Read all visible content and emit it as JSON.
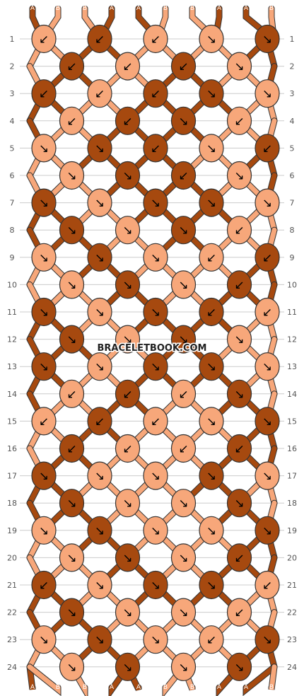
{
  "watermark": "BRACELETBOOK.COM",
  "colors": {
    "A": "#a6490f",
    "B": "#f7a77a",
    "line": "#333333",
    "grid": "#cccccc"
  },
  "strands_top": [
    "A",
    "B",
    "B",
    "A",
    "A",
    "B",
    "B",
    "A",
    "A",
    "B"
  ],
  "strands_bottom": [
    "A",
    "B",
    "B",
    "A",
    "A",
    "B",
    "B",
    "A",
    "A",
    "B"
  ],
  "row_labels": [
    "1",
    "2",
    "3",
    "4",
    "5",
    "6",
    "7",
    "8",
    "9",
    "10",
    "11",
    "12",
    "13",
    "14",
    "15",
    "16",
    "17",
    "18",
    "19",
    "20",
    "21",
    "22",
    "23",
    "24"
  ],
  "knots": [
    [
      {
        "c": "B",
        "d": "↙"
      },
      {
        "c": "A",
        "d": "↙"
      },
      {
        "c": "B",
        "d": "↙"
      },
      {
        "c": "B",
        "d": "↘"
      },
      {
        "c": "A",
        "d": "↘"
      }
    ],
    [
      {
        "c": "A",
        "d": "↙"
      },
      {
        "c": "B",
        "d": "↙"
      },
      {
        "c": "A",
        "d": "↙"
      },
      {
        "c": "B",
        "d": "↘"
      }
    ],
    [
      {
        "c": "A",
        "d": "↙"
      },
      {
        "c": "B",
        "d": "↙"
      },
      {
        "c": "A",
        "d": "↙"
      },
      {
        "c": "A",
        "d": "↘"
      },
      {
        "c": "B",
        "d": "↘"
      }
    ],
    [
      {
        "c": "B",
        "d": "↙"
      },
      {
        "c": "A",
        "d": "↙"
      },
      {
        "c": "A",
        "d": "↘"
      },
      {
        "c": "B",
        "d": "↙"
      }
    ],
    [
      {
        "c": "B",
        "d": "↘"
      },
      {
        "c": "A",
        "d": "↘"
      },
      {
        "c": "A",
        "d": "↙"
      },
      {
        "c": "B",
        "d": "↘"
      },
      {
        "c": "A",
        "d": "↙"
      }
    ],
    [
      {
        "c": "B",
        "d": "↘"
      },
      {
        "c": "A",
        "d": "↘"
      },
      {
        "c": "A",
        "d": "↙"
      },
      {
        "c": "B",
        "d": "↘"
      }
    ],
    [
      {
        "c": "A",
        "d": "↘"
      },
      {
        "c": "B",
        "d": "↘"
      },
      {
        "c": "A",
        "d": "↘"
      },
      {
        "c": "A",
        "d": "↘"
      },
      {
        "c": "B",
        "d": "↘"
      }
    ],
    [
      {
        "c": "A",
        "d": "↘"
      },
      {
        "c": "B",
        "d": "↘"
      },
      {
        "c": "A",
        "d": "↘"
      },
      {
        "c": "B",
        "d": "↙"
      }
    ],
    [
      {
        "c": "B",
        "d": "↘"
      },
      {
        "c": "A",
        "d": "↘"
      },
      {
        "c": "B",
        "d": "↘"
      },
      {
        "c": "B",
        "d": "↙"
      },
      {
        "c": "A",
        "d": "↙"
      }
    ],
    [
      {
        "c": "B",
        "d": "↘"
      },
      {
        "c": "A",
        "d": "↘"
      },
      {
        "c": "B",
        "d": "↘"
      },
      {
        "c": "A",
        "d": "↙"
      }
    ],
    [
      {
        "c": "A",
        "d": "↘"
      },
      {
        "c": "B",
        "d": "↘"
      },
      {
        "c": "A",
        "d": "↘"
      },
      {
        "c": "A",
        "d": "↙"
      },
      {
        "c": "B",
        "d": "↙"
      }
    ],
    [
      {
        "c": "A",
        "d": "↘"
      },
      {
        "c": "B",
        "d": "↘"
      },
      {
        "c": "A",
        "d": "↘"
      },
      {
        "c": "B",
        "d": "↘"
      }
    ],
    [
      {
        "c": "A",
        "d": "↘"
      },
      {
        "c": "B",
        "d": "↘"
      },
      {
        "c": "A",
        "d": "↘"
      },
      {
        "c": "A",
        "d": "↘"
      },
      {
        "c": "B",
        "d": "↘"
      }
    ],
    [
      {
        "c": "B",
        "d": "↙"
      },
      {
        "c": "A",
        "d": "↙"
      },
      {
        "c": "B",
        "d": "↙"
      },
      {
        "c": "A",
        "d": "↘"
      }
    ],
    [
      {
        "c": "B",
        "d": "↙"
      },
      {
        "c": "A",
        "d": "↙"
      },
      {
        "c": "B",
        "d": "↙"
      },
      {
        "c": "B",
        "d": "↘"
      },
      {
        "c": "A",
        "d": "↘"
      }
    ],
    [
      {
        "c": "A",
        "d": "↙"
      },
      {
        "c": "B",
        "d": "↙"
      },
      {
        "c": "B",
        "d": "↙"
      },
      {
        "c": "A",
        "d": "↙"
      }
    ],
    [
      {
        "c": "A",
        "d": "↘"
      },
      {
        "c": "B",
        "d": "↘"
      },
      {
        "c": "B",
        "d": "↘"
      },
      {
        "c": "A",
        "d": "↘"
      },
      {
        "c": "B",
        "d": "↘"
      }
    ],
    [
      {
        "c": "A",
        "d": "↘"
      },
      {
        "c": "B",
        "d": "↘"
      },
      {
        "c": "B",
        "d": "↘"
      },
      {
        "c": "A",
        "d": "↘"
      }
    ],
    [
      {
        "c": "B",
        "d": "↘"
      },
      {
        "c": "A",
        "d": "↘"
      },
      {
        "c": "B",
        "d": "↘"
      },
      {
        "c": "B",
        "d": "↘"
      },
      {
        "c": "A",
        "d": "↘"
      }
    ],
    [
      {
        "c": "B",
        "d": "↘"
      },
      {
        "c": "A",
        "d": "↘"
      },
      {
        "c": "B",
        "d": "↘"
      },
      {
        "c": "A",
        "d": "↙"
      }
    ],
    [
      {
        "c": "A",
        "d": "↙"
      },
      {
        "c": "B",
        "d": "↘"
      },
      {
        "c": "A",
        "d": "↘"
      },
      {
        "c": "A",
        "d": "↘"
      },
      {
        "c": "B",
        "d": "↙"
      }
    ],
    [
      {
        "c": "A",
        "d": "↘"
      },
      {
        "c": "B",
        "d": "↘"
      },
      {
        "c": "B",
        "d": "↘"
      },
      {
        "c": "B",
        "d": "↙"
      }
    ],
    [
      {
        "c": "B",
        "d": "↘"
      },
      {
        "c": "A",
        "d": "↘"
      },
      {
        "c": "B",
        "d": "↘"
      },
      {
        "c": "B",
        "d": "↙"
      },
      {
        "c": "A",
        "d": "↘"
      }
    ],
    [
      {
        "c": "B",
        "d": "↘"
      },
      {
        "c": "A",
        "d": "↘"
      },
      {
        "c": "B",
        "d": "↘"
      },
      {
        "c": "A",
        "d": "↘"
      }
    ]
  ]
}
